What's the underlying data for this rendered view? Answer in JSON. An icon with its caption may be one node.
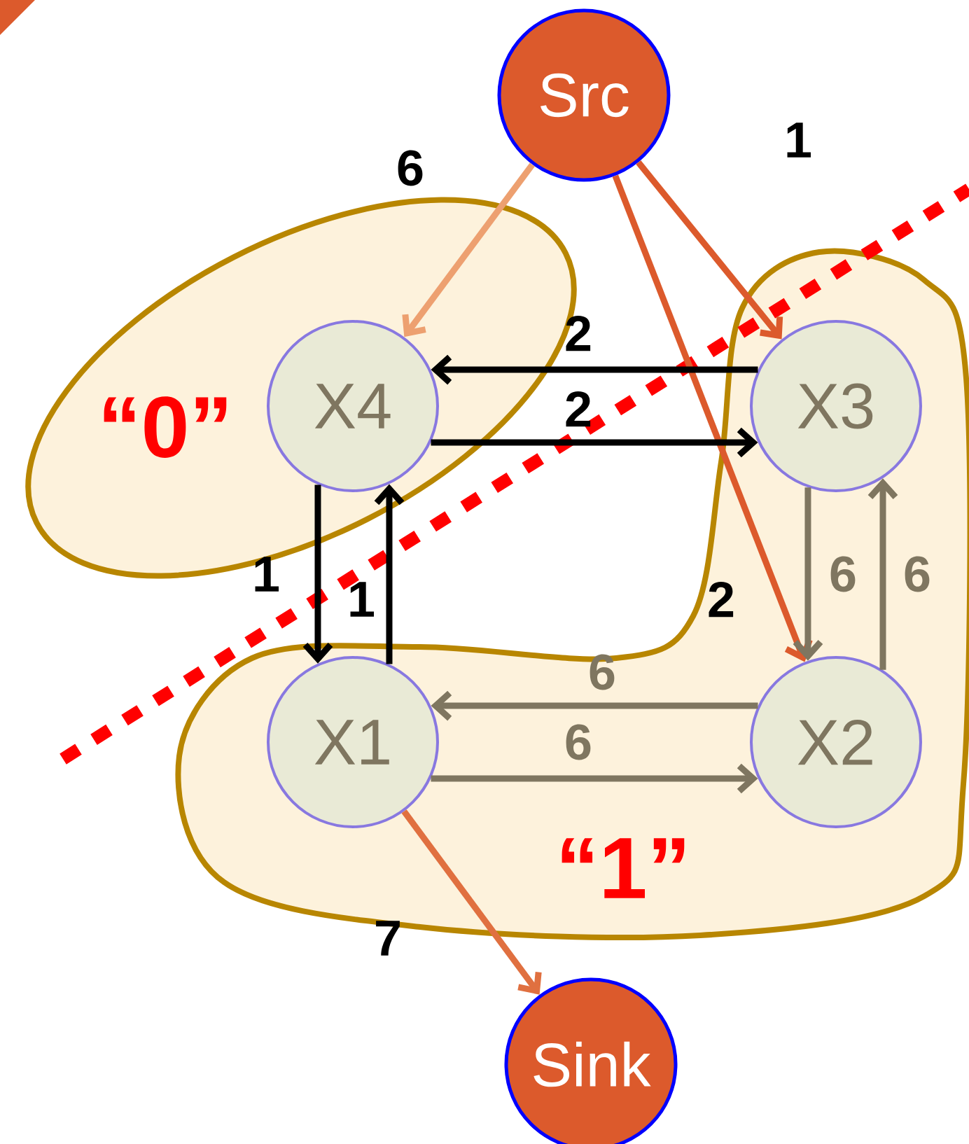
{
  "diagram": {
    "nodes": [
      {
        "text": [
          "Src"
        ]
      },
      {
        "text": [
          "“0”"
        ]
      },
      {
        "text": [
          "X4"
        ],
        "in": 1
      },
      {
        "text": [
          "“1”"
        ]
      },
      {
        "text": [
          "X3"
        ],
        "in": 3
      },
      {
        "text": [
          "X1"
        ],
        "in": 3
      },
      {
        "text": [
          "X2"
        ],
        "in": 3
      },
      {
        "text": [
          "Sink"
        ]
      }
    ],
    "edges": [
      {
        "from": 0,
        "to": 2,
        "arrow": "to",
        "label": "6",
        "color": "#eda070"
      },
      {
        "from": 0,
        "to": 4,
        "arrow": "to",
        "label": "1",
        "color": "#dc5a2c"
      },
      {
        "from": 0,
        "to": 6,
        "arrow": "to",
        "label": "2",
        "color": "#dc5a2c"
      },
      {
        "from": 4,
        "to": 2,
        "arrow": "to",
        "label": "2",
        "color": "#000000"
      },
      {
        "from": 2,
        "to": 4,
        "arrow": "to",
        "label": "2",
        "color": "#000000"
      },
      {
        "from": 2,
        "to": 5,
        "arrow": "to",
        "label": "1",
        "color": "#000000"
      },
      {
        "from": 5,
        "to": 2,
        "arrow": "to",
        "label": "1",
        "color": "#000000"
      },
      {
        "from": 6,
        "to": 5,
        "arrow": "to",
        "label": "6",
        "color": "#7f7660"
      },
      {
        "from": 5,
        "to": 6,
        "arrow": "to",
        "label": "6",
        "color": "#7f7660"
      },
      {
        "from": 4,
        "to": 6,
        "arrow": "to",
        "label": "6",
        "color": "#7f7660"
      },
      {
        "from": 6,
        "to": 4,
        "arrow": "to",
        "label": "6",
        "color": "#7f7660"
      },
      {
        "from": 5,
        "to": 7,
        "arrow": "to",
        "label": "7",
        "color": "#e07040"
      }
    ]
  }
}
